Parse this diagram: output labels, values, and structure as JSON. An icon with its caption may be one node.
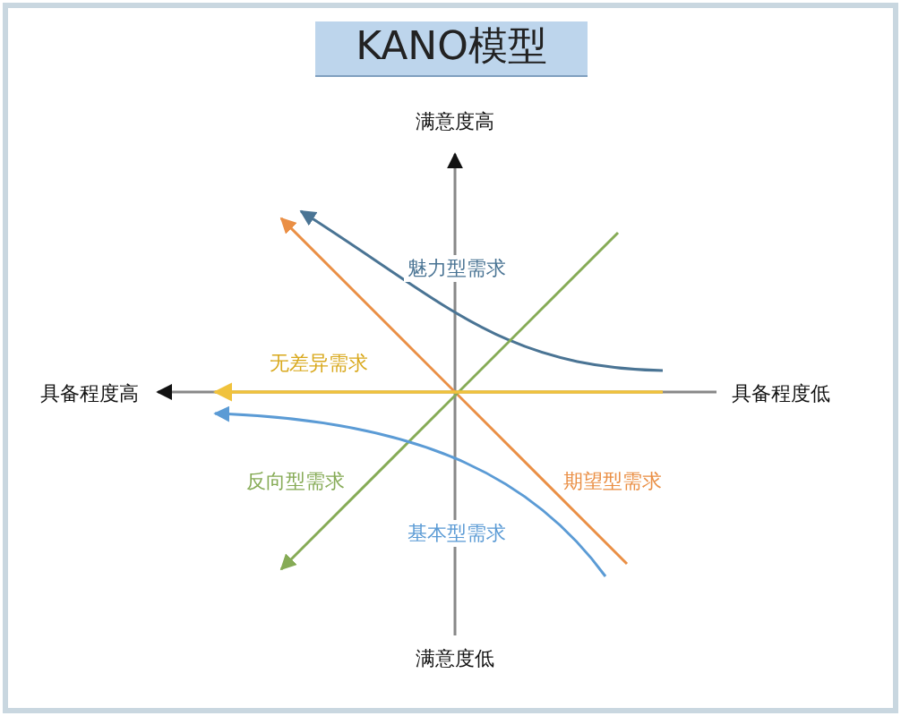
{
  "diagram": {
    "title": "KANO模型",
    "labels": [
      "满意度高",
      "魅力型需求",
      "无差异需求",
      "具备程度高",
      "具备程度低",
      "反向型需求",
      "期望型需求",
      "基本型需求",
      "满意度低"
    ]
  }
}
